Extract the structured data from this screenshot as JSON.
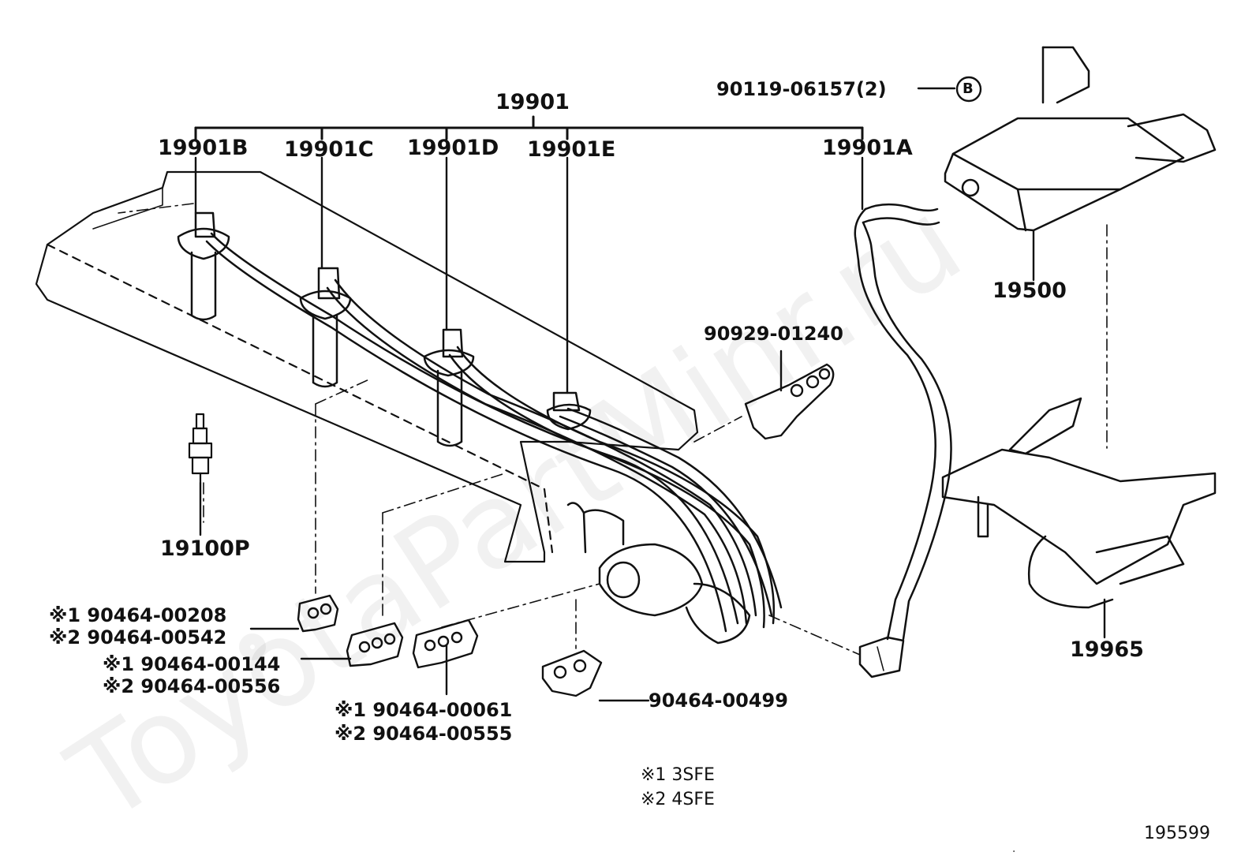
{
  "labels": {
    "assembly": "19901",
    "cord_b": "19901B",
    "cord_c": "19901C",
    "cord_d": "19901D",
    "cord_e": "19901E",
    "cord_a": "19901A",
    "bolt": "90119-06157(2)",
    "ref_circle": "B",
    "coil": "19500",
    "holder_top": "90929-01240",
    "spark_plug": "19100P",
    "bracket": "19965",
    "clamp_a1": "※1 90464-00208",
    "clamp_a2": "※2 90464-00542",
    "clamp_b1": "※1 90464-00144",
    "clamp_b2": "※2 90464-00556",
    "clamp_c1": "※1 90464-00061",
    "clamp_c2": "※2 90464-00555",
    "clamp_d": "90464-00499",
    "note1": "※1  3SFE",
    "note2": "※2  4SFE",
    "diagram_number": "195599"
  },
  "watermark": "ToyotaPartMinr.ru"
}
